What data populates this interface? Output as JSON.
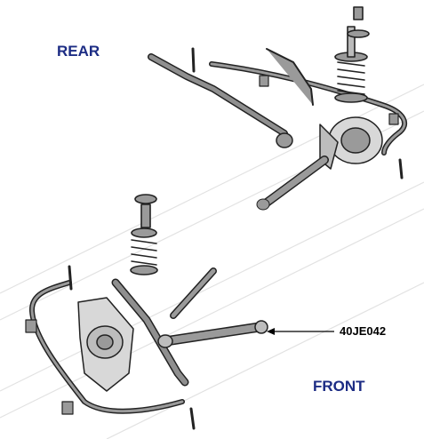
{
  "labels": {
    "rear": "REAR",
    "front": "FRONT",
    "part_number": "40JE042"
  },
  "colors": {
    "section_label": "#1c2c84",
    "part_label": "#000000",
    "line_art": "#222222",
    "part_fill": "#9a9a9a",
    "watermark": "#d8d8d8"
  }
}
